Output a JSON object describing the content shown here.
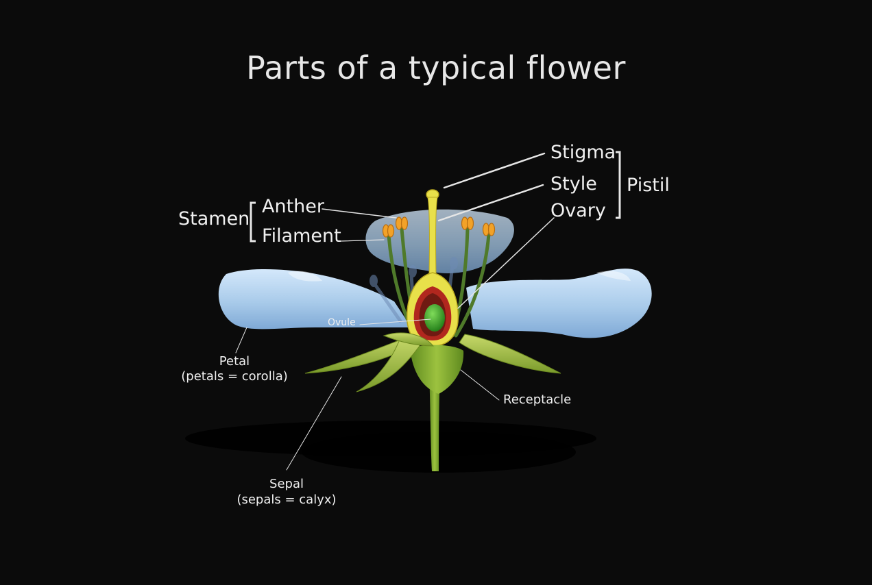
{
  "title": "Parts of a typical flower",
  "labels": {
    "stigma": "Stigma",
    "style": "Style",
    "ovary": "Ovary",
    "pistil": "Pistil",
    "anther": "Anther",
    "filament": "Filament",
    "stamen": "Stamen",
    "ovule": "Ovule",
    "petal": "Petal",
    "petal_note": "(petals = corolla)",
    "sepal": "Sepal",
    "sepal_note": "(sepals = calyx)",
    "receptacle": "Receptacle"
  },
  "colors": {
    "background": "#0b0b0b",
    "petal": "#a9cbea",
    "pistil": "#e8e04a",
    "ovary_wall": "#b1271e",
    "ovule": "#3fa52c",
    "sepal": "#a9c245",
    "stem": "#7aa32a",
    "anther": "#f2a228",
    "filament": "#4f7a2a",
    "text": "#f0f0f0"
  }
}
